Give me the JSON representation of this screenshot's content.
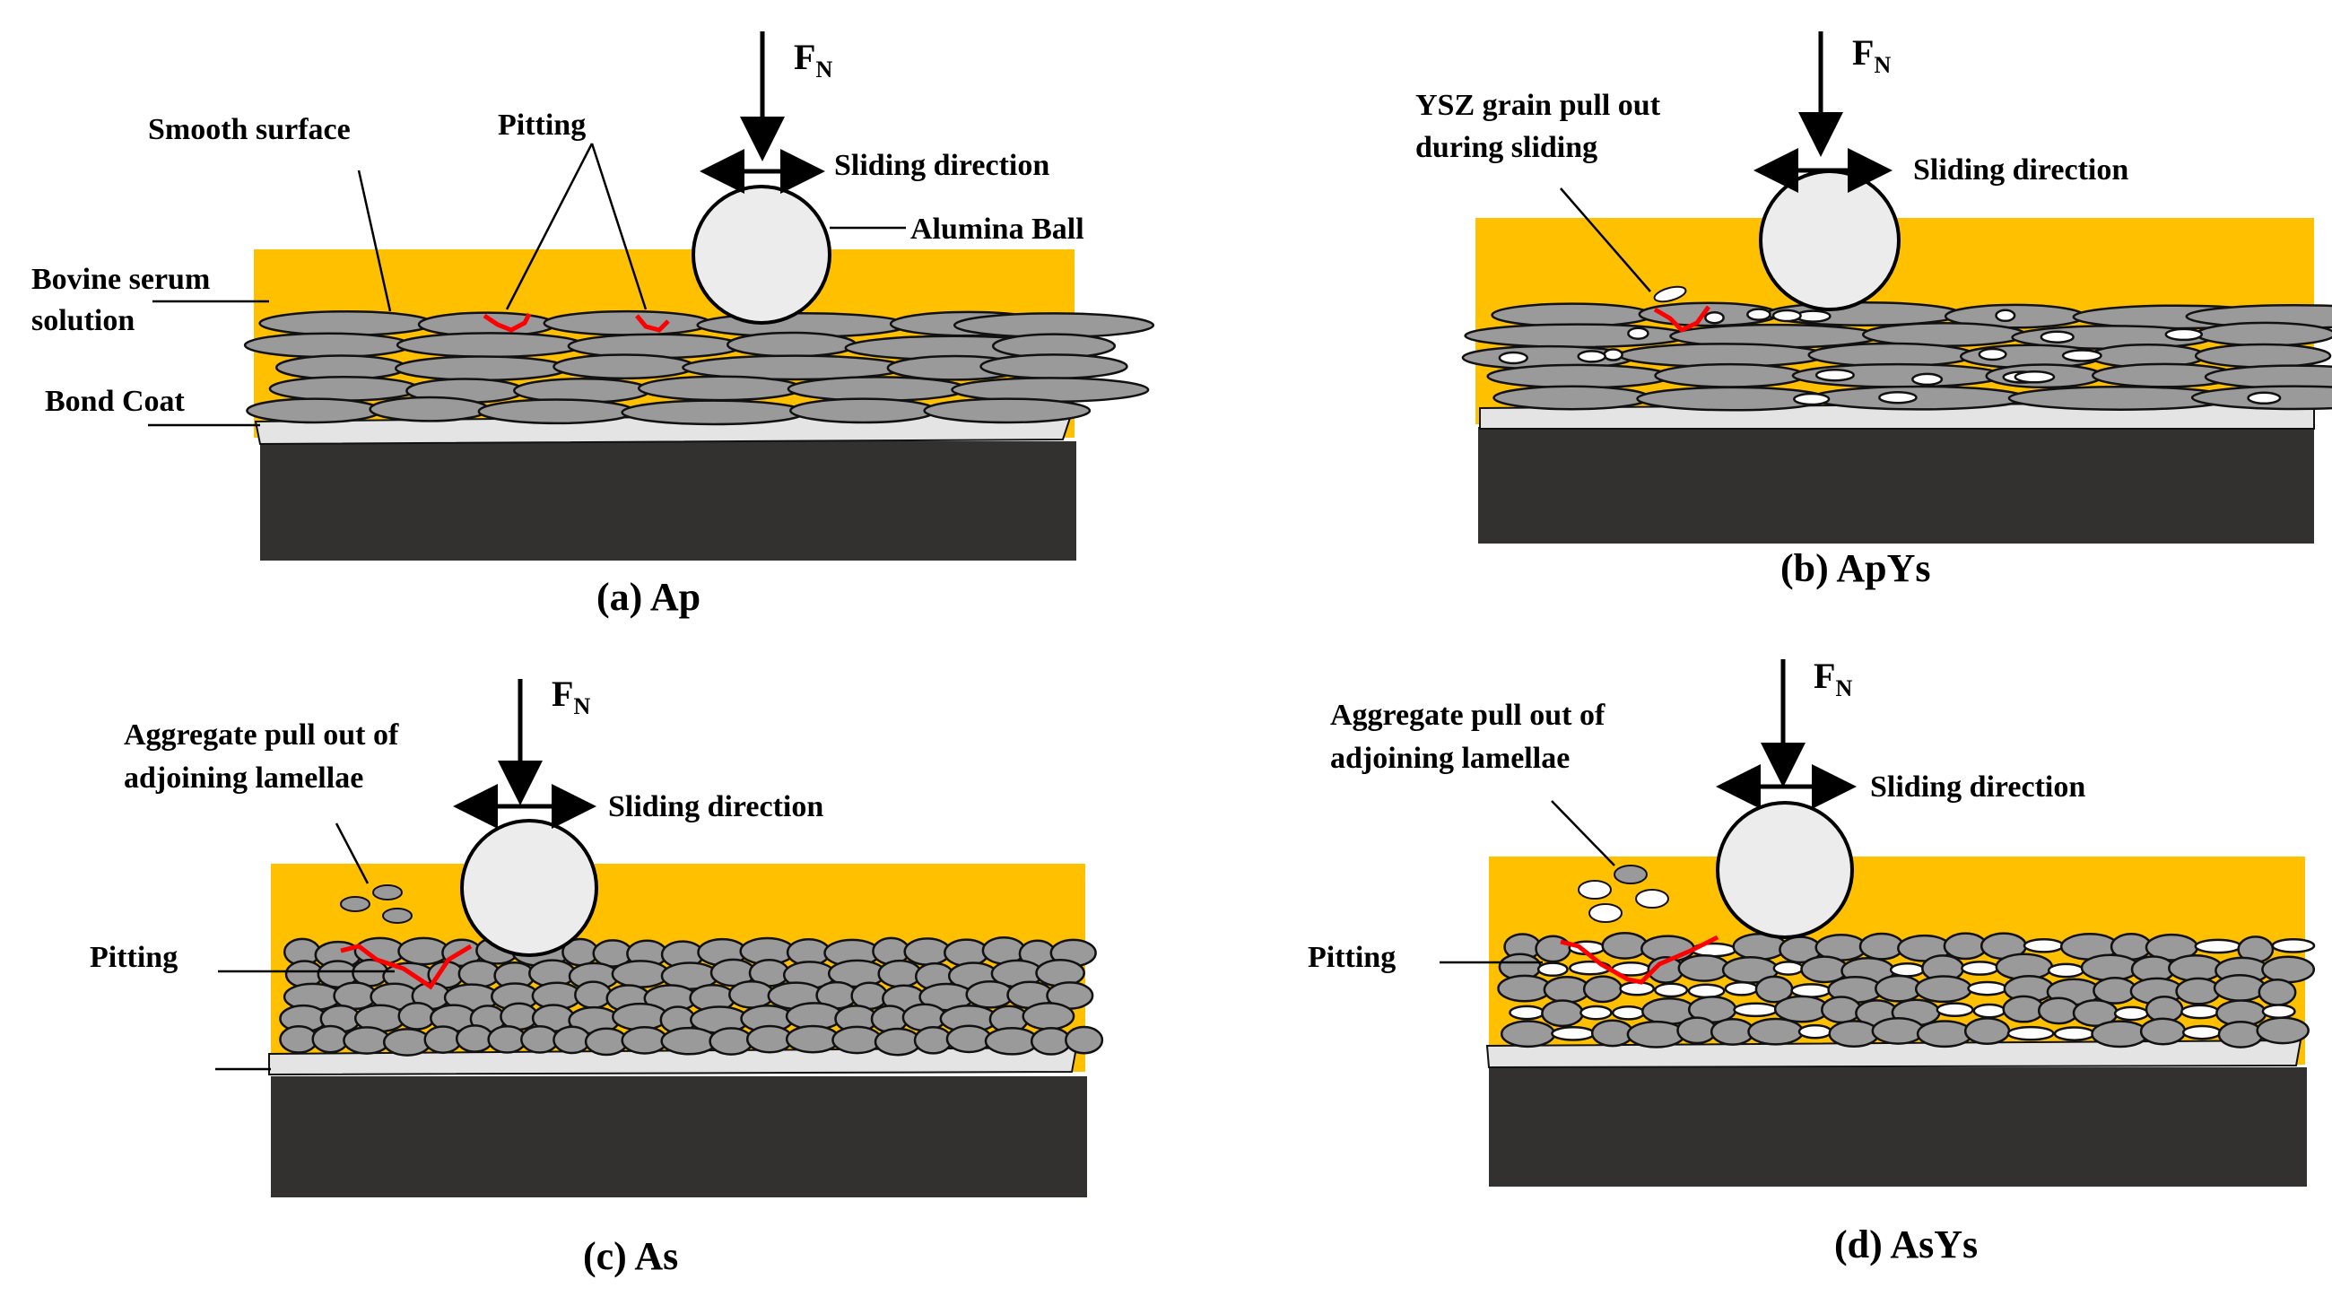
{
  "colors": {
    "serum": "#ffc000",
    "substrate": "#333030",
    "bond_coat": "#e4e4e4",
    "lamella_fill": "#9a9a9a",
    "lamella_stroke": "#111111",
    "ysz_grain": "#ffffff",
    "pitting": "#ff0000",
    "ball_fill": "#ececec"
  },
  "force_label": {
    "main": "F",
    "sub": "N"
  },
  "sliding_label": "Sliding direction",
  "panels": {
    "a": {
      "caption": "(a) Ap",
      "labels": {
        "smooth_surface": "Smooth surface",
        "pitting": "Pitting",
        "alumina_ball": "Alumina Ball",
        "bovine_serum_line1": "Bovine serum",
        "bovine_serum_line2": "solution",
        "bond_coat": "Bond Coat"
      }
    },
    "b": {
      "caption": "(b) ApYs",
      "labels": {
        "ysz_line1": "YSZ grain pull out",
        "ysz_line2": "during sliding"
      }
    },
    "c": {
      "caption": "(c) As",
      "labels": {
        "aggregate_line1": "Aggregate pull out of",
        "aggregate_line2": "adjoining lamellae",
        "pitting": "Pitting"
      }
    },
    "d": {
      "caption": "(d) AsYs",
      "labels": {
        "aggregate_line1": "Aggregate pull out of",
        "aggregate_line2": "adjoining lamellae",
        "pitting": "Pitting"
      }
    }
  }
}
